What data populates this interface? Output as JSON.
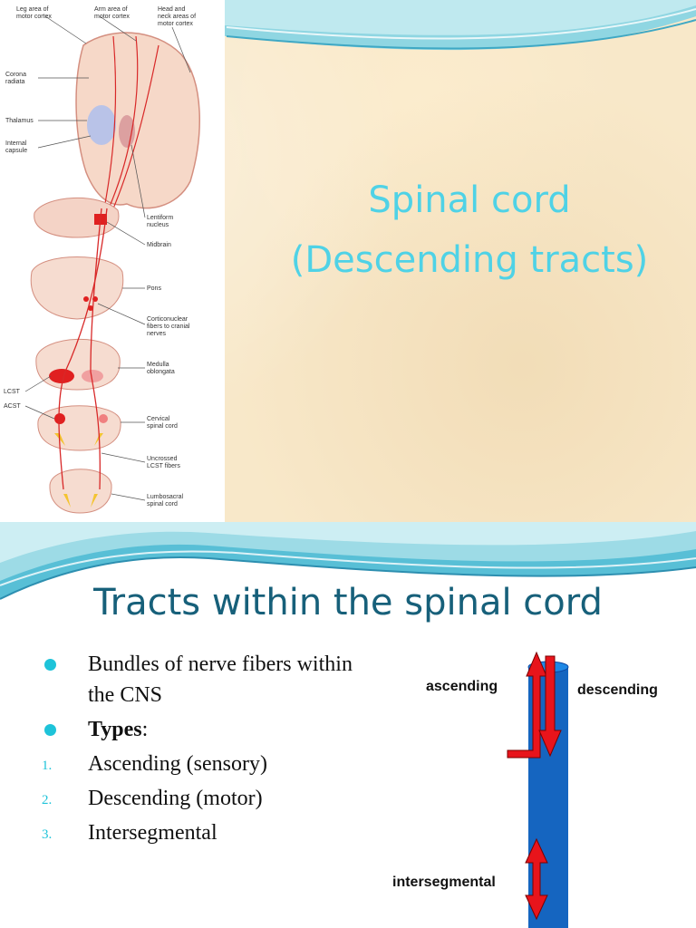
{
  "slide1": {
    "title_line1": "Spinal cord",
    "title_line2": "(Descending tracts)",
    "figure_labels": {
      "leg_area": [
        "Leg area of",
        "motor cortex"
      ],
      "arm_area": [
        "Arm area of",
        "motor cortex"
      ],
      "head_neck": [
        "Head and",
        "neck areas of",
        "motor cortex"
      ],
      "corona_radiata": [
        "Corona",
        "radiata"
      ],
      "thalamus": [
        "Thalamus"
      ],
      "internal_capsule": [
        "Internal",
        "capsule"
      ],
      "lentiform": [
        "Lentiform",
        "nucleus"
      ],
      "midbrain": [
        "Midbrain"
      ],
      "pons": [
        "Pons"
      ],
      "corticonuclear": [
        "Corticonuclear",
        "fibers to cranial",
        "nerves"
      ],
      "medulla": [
        "Medulla",
        "oblongata"
      ],
      "lcst": [
        "LCST"
      ],
      "acst": [
        "ACST"
      ],
      "cervical": [
        "Cervical",
        "spinal cord"
      ],
      "uncrossed": [
        "Uncrossed",
        "LCST fibers"
      ],
      "lumbosacral": [
        "Lumbosacral",
        "spinal cord"
      ]
    }
  },
  "slide2": {
    "title": "Tracts within the spinal cord",
    "items": [
      {
        "marker": "bullet",
        "text": "Bundles of nerve fibers within the CNS"
      },
      {
        "marker": "bullet",
        "text": "Types",
        "suffix": ":"
      },
      {
        "marker": "1.",
        "text": "Ascending (sensory)"
      },
      {
        "marker": "2.",
        "text": "Descending (motor)"
      },
      {
        "marker": "3.",
        "text": "Intersegmental"
      }
    ],
    "diagram": {
      "ascending_label": "ascending",
      "descending_label": "descending",
      "intersegmental_label": "intersegmental",
      "cord_color": "#1565c0",
      "arrow_color": "#e8141b"
    }
  },
  "colors": {
    "title_cyan": "#4fd2e6",
    "title_teal": "#17607a",
    "bullet_cyan": "#1ec3d9",
    "parchment": "#f8e8c9"
  }
}
